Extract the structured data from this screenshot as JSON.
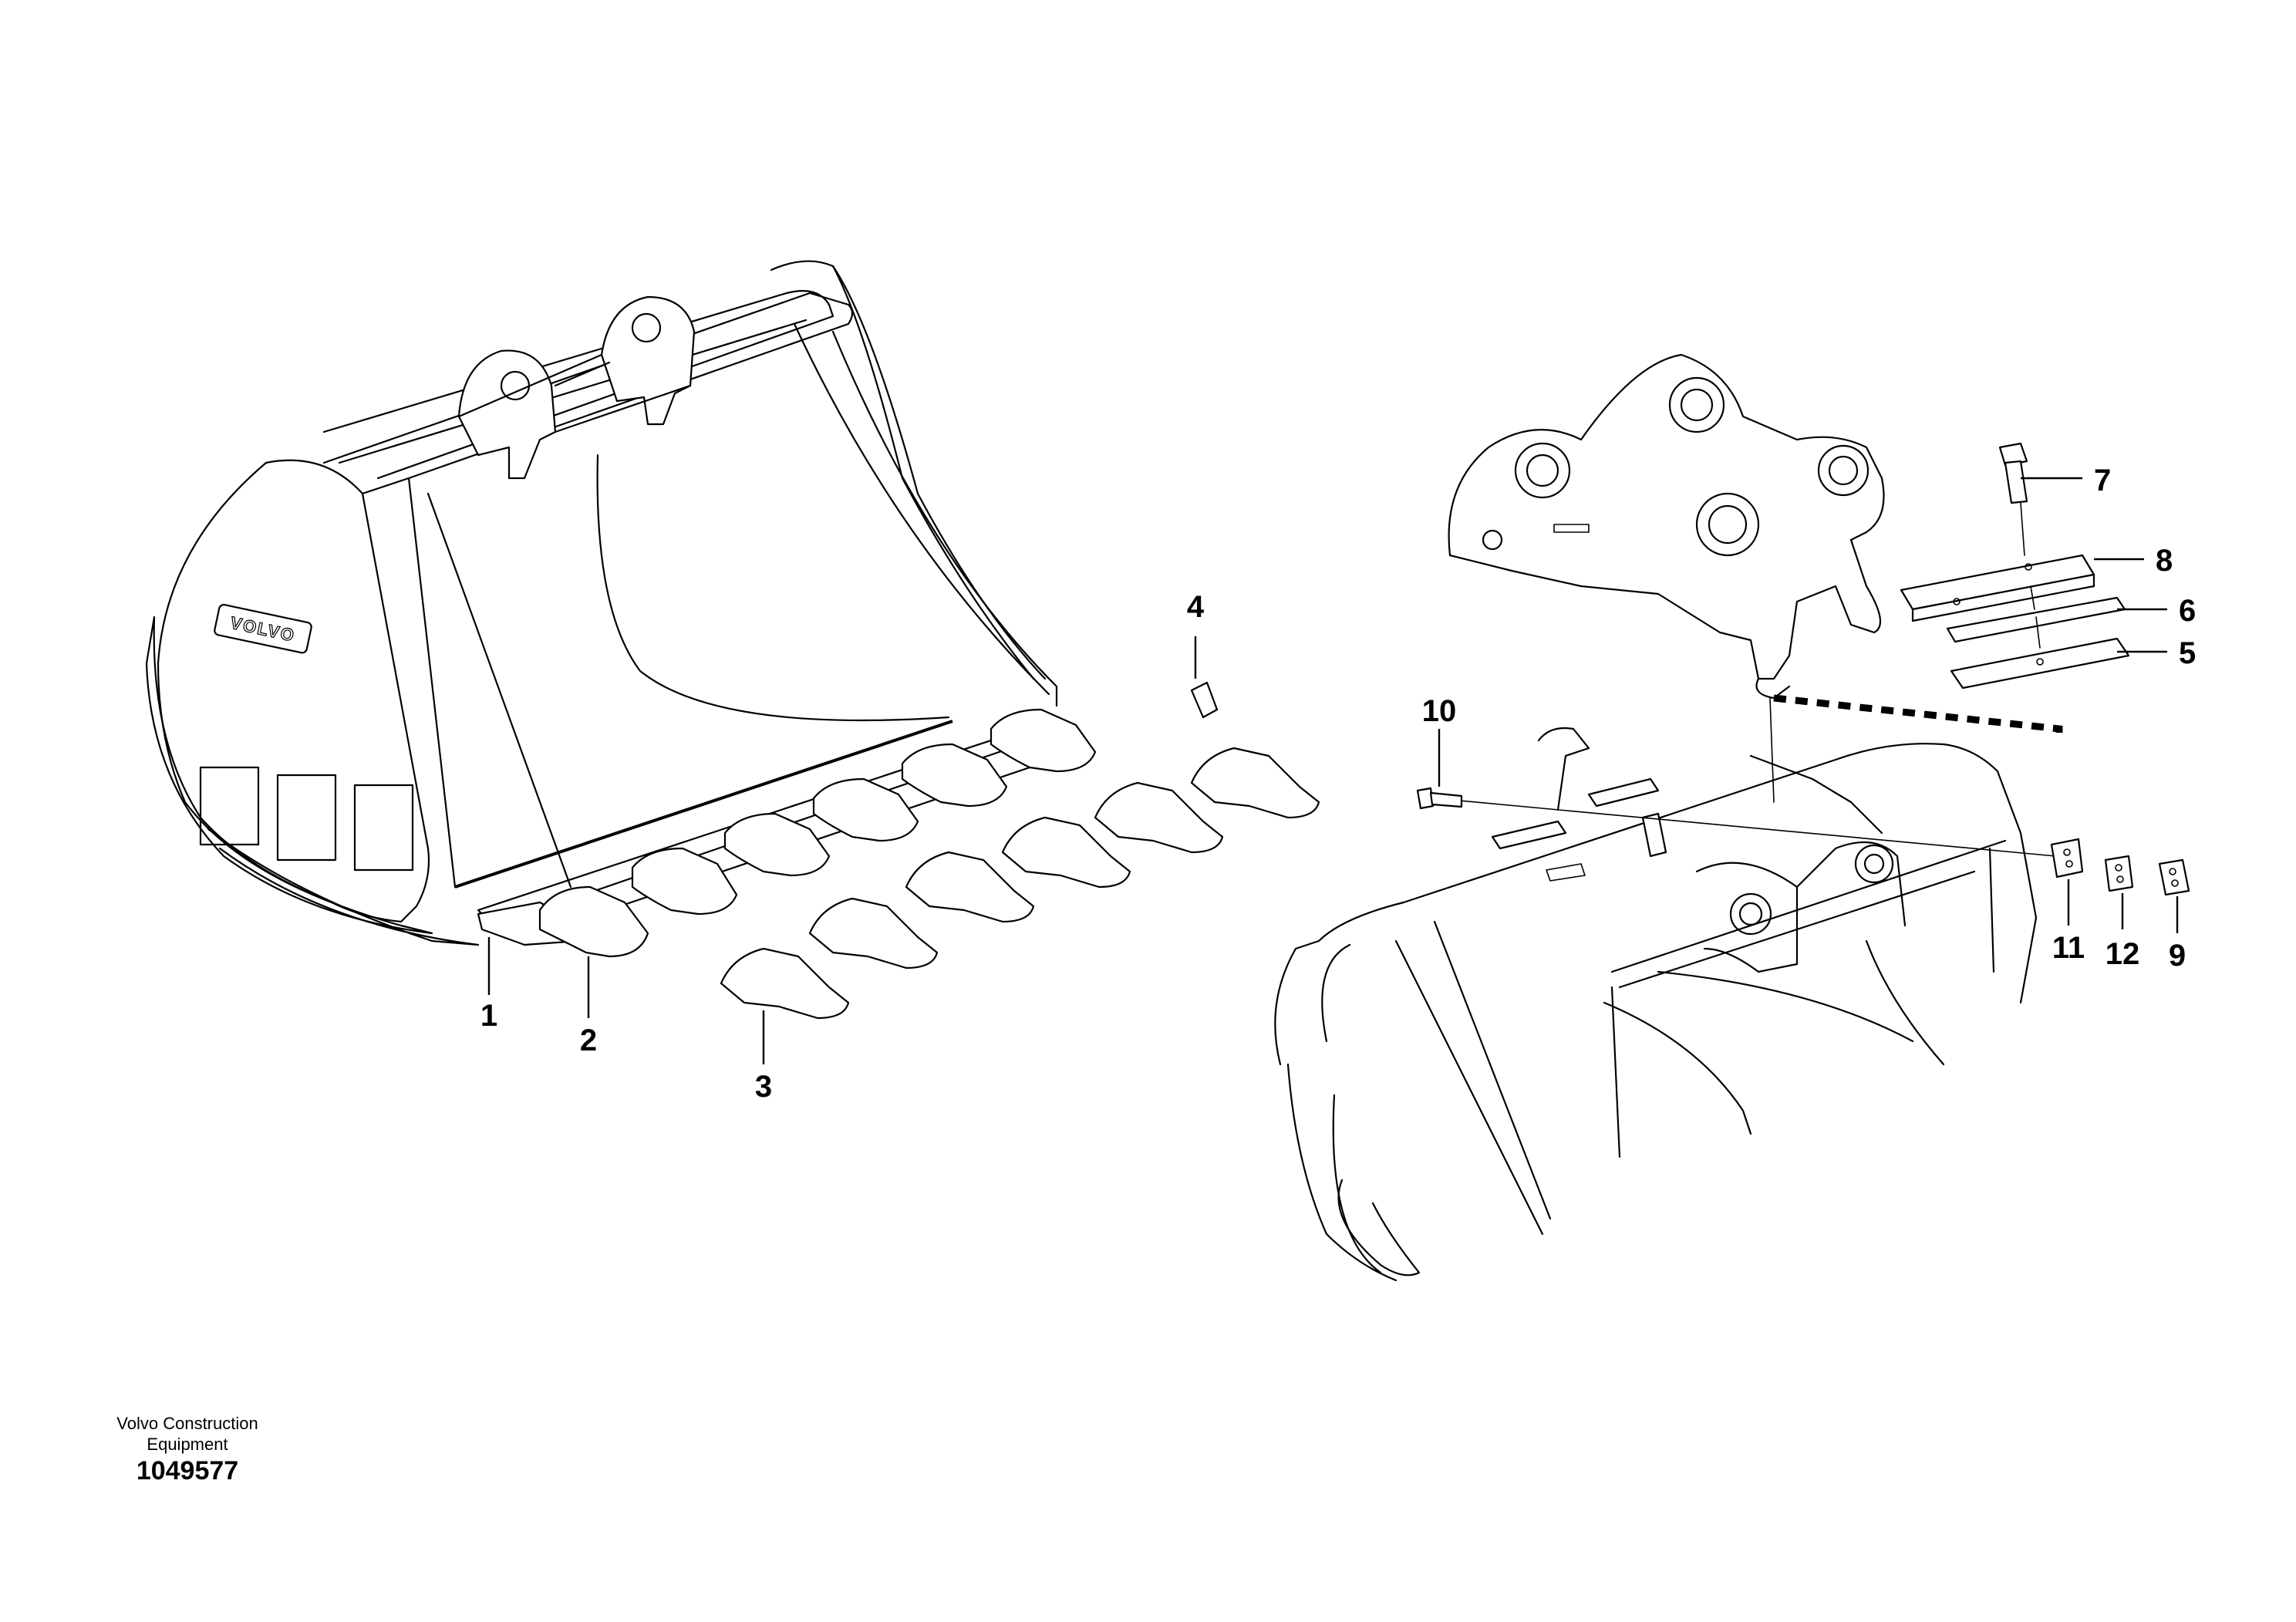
{
  "brand": {
    "bucket_logo_text": "VOLVO"
  },
  "footer": {
    "company_line1": "Volvo Construction",
    "company_line2": "Equipment",
    "drawing_number": "1049577"
  },
  "callouts": [
    {
      "id": "1",
      "label": "1"
    },
    {
      "id": "2",
      "label": "2"
    },
    {
      "id": "3",
      "label": "3"
    },
    {
      "id": "4",
      "label": "4"
    },
    {
      "id": "5",
      "label": "5"
    },
    {
      "id": "6",
      "label": "6"
    },
    {
      "id": "7",
      "label": "7"
    },
    {
      "id": "8",
      "label": "8"
    },
    {
      "id": "9",
      "label": "9"
    },
    {
      "id": "10",
      "label": "10"
    },
    {
      "id": "11",
      "label": "11"
    },
    {
      "id": "12",
      "label": "12"
    }
  ]
}
